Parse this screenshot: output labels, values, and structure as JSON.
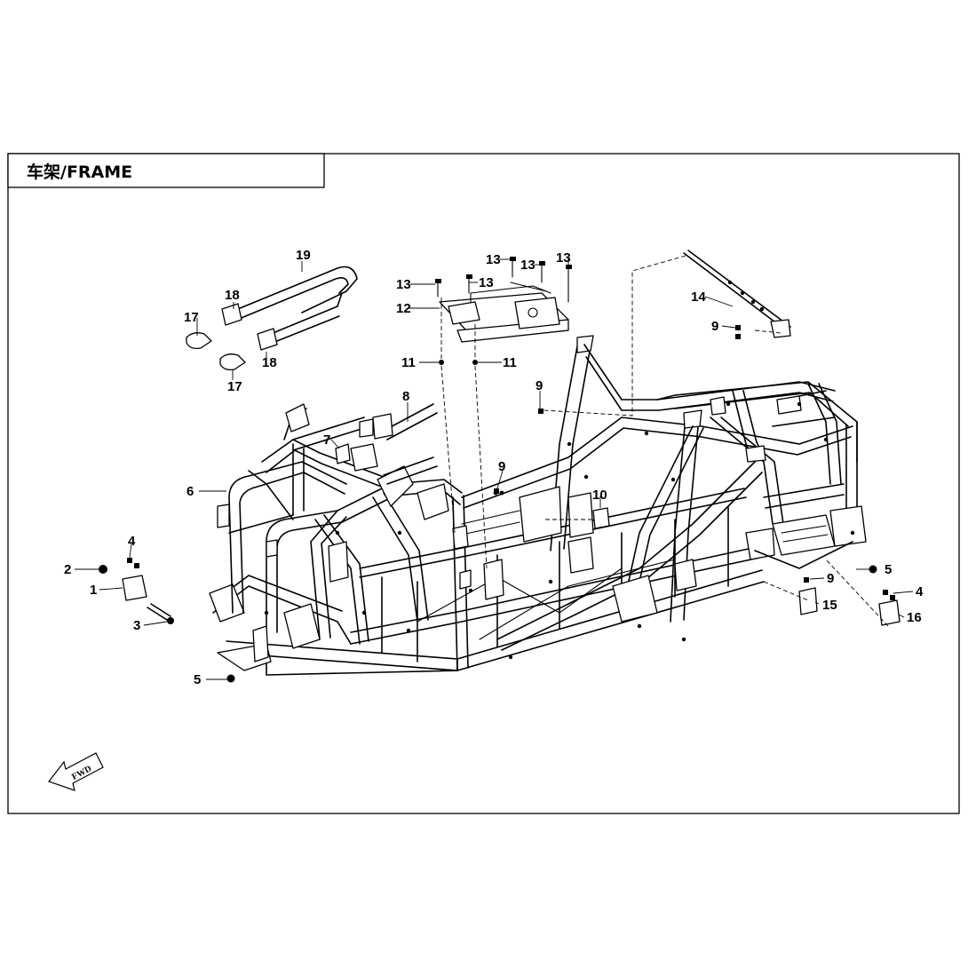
{
  "title": "车架/FRAME",
  "fwd_label": "FWD",
  "callouts": [
    {
      "id": "c1",
      "label": "1"
    },
    {
      "id": "c2",
      "label": "2"
    },
    {
      "id": "c3",
      "label": "3"
    },
    {
      "id": "c4a",
      "label": "4"
    },
    {
      "id": "c4b",
      "label": "4"
    },
    {
      "id": "c5a",
      "label": "5"
    },
    {
      "id": "c5b",
      "label": "5"
    },
    {
      "id": "c6",
      "label": "6"
    },
    {
      "id": "c7",
      "label": "7"
    },
    {
      "id": "c8",
      "label": "8"
    },
    {
      "id": "c9a",
      "label": "9"
    },
    {
      "id": "c9b",
      "label": "9"
    },
    {
      "id": "c9c",
      "label": "9"
    },
    {
      "id": "c9d",
      "label": "9"
    },
    {
      "id": "c10",
      "label": "10"
    },
    {
      "id": "c11a",
      "label": "11"
    },
    {
      "id": "c11b",
      "label": "11"
    },
    {
      "id": "c12",
      "label": "12"
    },
    {
      "id": "c13a",
      "label": "13"
    },
    {
      "id": "c13b",
      "label": "13"
    },
    {
      "id": "c13c",
      "label": "13"
    },
    {
      "id": "c13d",
      "label": "13"
    },
    {
      "id": "c13e",
      "label": "13"
    },
    {
      "id": "c14",
      "label": "14"
    },
    {
      "id": "c15",
      "label": "15"
    },
    {
      "id": "c16",
      "label": "16"
    },
    {
      "id": "c17a",
      "label": "17"
    },
    {
      "id": "c17b",
      "label": "17"
    },
    {
      "id": "c18a",
      "label": "18"
    },
    {
      "id": "c18b",
      "label": "18"
    },
    {
      "id": "c19",
      "label": "19"
    }
  ]
}
